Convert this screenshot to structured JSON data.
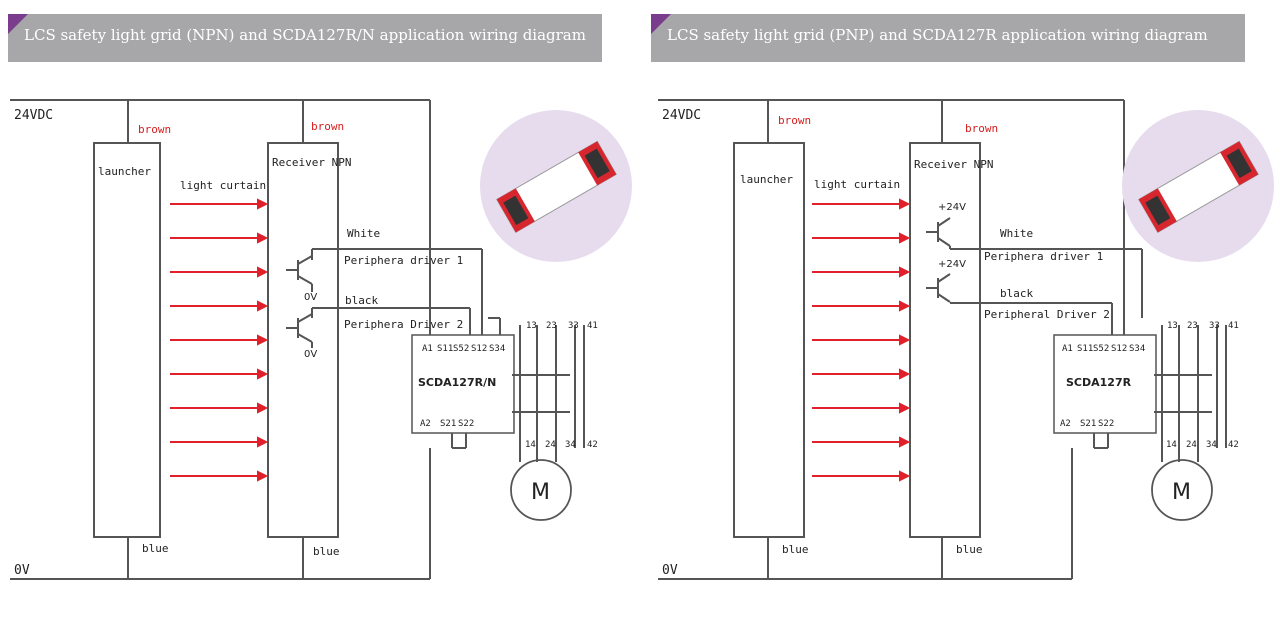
{
  "panels": [
    {
      "title": "LCS safety light grid (NPN) and SCDA127R/N application wiring diagram",
      "supply_label": "24VDC",
      "ground_label": "0V",
      "emitter_label": "launcher",
      "receiver_label": "Receiver NPN",
      "light_curtain_label": "light curtain",
      "wire_brown_1": "brown",
      "wire_brown_2": "brown",
      "wire_blue_1": "blue",
      "wire_blue_2": "blue",
      "wire_white": "White",
      "wire_black": "black",
      "output_1_label": "Periphera driver 1",
      "output_2_label": "Periphera Driver 2",
      "transistor_ref_1": "0V",
      "transistor_ref_2": "0V",
      "relay_model": "SCDA127R/N",
      "motor_label": "M",
      "terminals_top": [
        "A1",
        "S11",
        "S52",
        "S12",
        "S34"
      ],
      "terminals_bottom": [
        "A2",
        "S21",
        "S22"
      ],
      "contacts_top": [
        "13",
        "23",
        "33",
        "41"
      ],
      "contacts_bottom": [
        "14",
        "24",
        "34",
        "42"
      ]
    },
    {
      "title": "LCS safety light grid (PNP) and SCDA127R application wiring diagram",
      "supply_label": "24VDC",
      "ground_label": "0V",
      "emitter_label": "launcher",
      "receiver_label": "Receiver NPN",
      "light_curtain_label": "light curtain",
      "wire_brown_1": "brown",
      "wire_brown_2": "brown",
      "wire_blue_1": "blue",
      "wire_blue_2": "blue",
      "wire_white": "White",
      "wire_black": "black",
      "output_1_label": "Periphera driver 1",
      "output_2_label": "Peripheral Driver 2",
      "transistor_ref_1": "+24V",
      "transistor_ref_2": "+24V",
      "relay_model": "SCDA127R",
      "motor_label": "M",
      "terminals_top": [
        "A1",
        "S11",
        "S52",
        "S12",
        "S34"
      ],
      "terminals_bottom": [
        "A2",
        "S21",
        "S22"
      ],
      "contacts_top": [
        "13",
        "23",
        "33",
        "41"
      ],
      "contacts_bottom": [
        "14",
        "24",
        "34",
        "42"
      ]
    }
  ],
  "colors": {
    "header_bg": "#a7a7a9",
    "header_accent": "#7a3d8e",
    "wire": "#555555",
    "arrow": "#e0202a",
    "label_red": "#d42020",
    "device_circle": "#e6dcee",
    "device_red": "#d8262e"
  }
}
